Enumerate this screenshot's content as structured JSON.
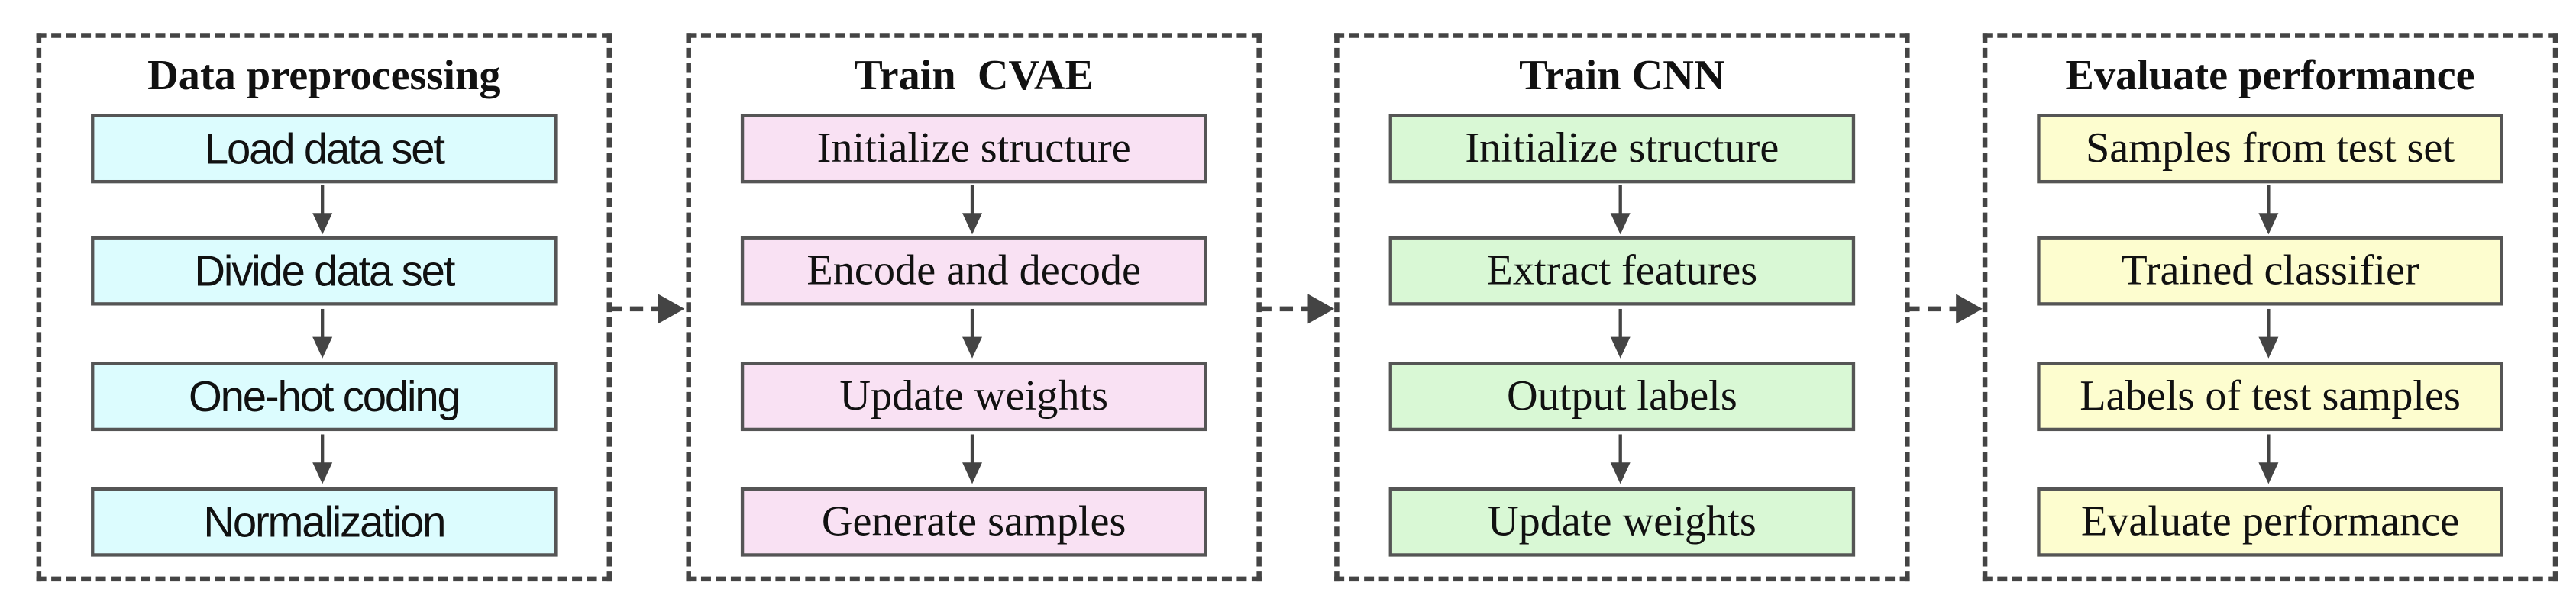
{
  "colors": {
    "border": "#444444",
    "stage1_fill": "#dcfcfe",
    "stage2_fill": "#f9e1f3",
    "stage3_fill": "#d9f8d5",
    "stage4_fill": "#fdfdcf"
  },
  "stages": [
    {
      "title": "Data preprocessing",
      "steps": [
        "Load data set",
        "Divide data set",
        "One-hot coding",
        "Normalization"
      ]
    },
    {
      "title": "Train  CVAE",
      "steps": [
        "Initialize structure",
        "Encode and decode",
        "Update weights",
        "Generate samples"
      ]
    },
    {
      "title": "Train CNN",
      "steps": [
        "Initialize structure",
        "Extract features",
        "Output labels",
        "Update weights"
      ]
    },
    {
      "title": "Evaluate performance",
      "steps": [
        "Samples from test set",
        "Trained classifier",
        "Labels of test samples",
        "Evaluate performance"
      ]
    }
  ]
}
